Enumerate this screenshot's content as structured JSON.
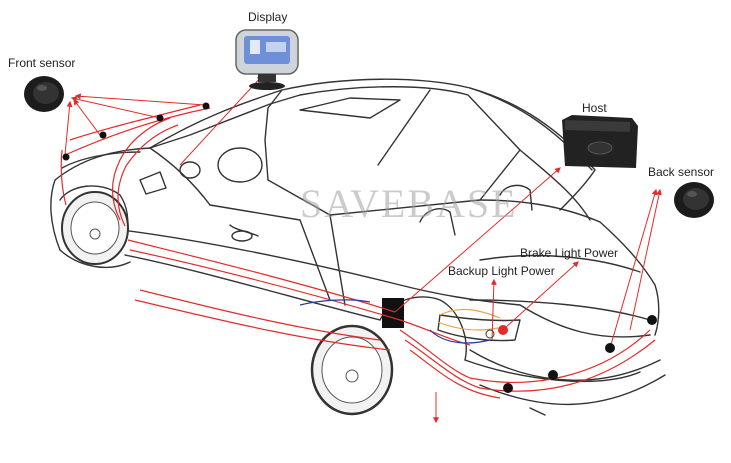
{
  "labels": {
    "display": "Display",
    "front_sensor": "Front sensor",
    "host": "Host",
    "back_sensor": "Back sensor",
    "brake_light_power": "Brake Light Power",
    "backup_light_power": "Backup Light Power"
  },
  "watermark": "SAVEBASE",
  "colors": {
    "wire": "#e32b2b",
    "car_outline": "#333333",
    "signal_wire": "#2b3a9a",
    "orange_wire": "#e8a24a",
    "sensor_body": "#1c1c1c",
    "host_body": "#222222",
    "display_screen": "#6f8fd8"
  }
}
